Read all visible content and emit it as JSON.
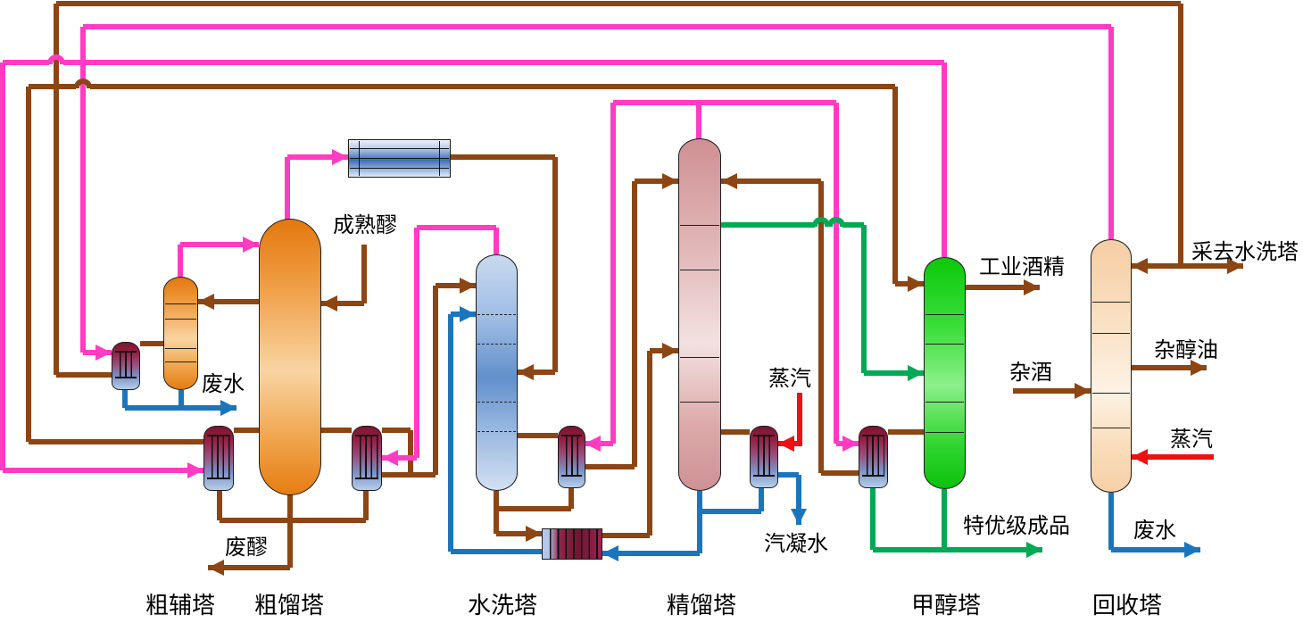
{
  "diagram": {
    "towers": [
      {
        "label": "粗辅塔"
      },
      {
        "label": "粗馏塔"
      },
      {
        "label": "水洗塔"
      },
      {
        "label": "精馏塔"
      },
      {
        "label": "甲醇塔"
      },
      {
        "label": "回收塔"
      }
    ],
    "streams": {
      "mature_mash": "成熟醪",
      "waste_water_left": "废水",
      "waste_mash": "废醪",
      "steam_rectifier": "蒸汽",
      "steam_condensate": "汽凝水",
      "industrial_alcohol": "工业酒精",
      "premium_product": "特优级成品",
      "mixed_alcohol_feed": "杂酒",
      "fusel_oil": "杂醇油",
      "to_wash_tower": "采去水洗塔",
      "steam_recovery": "蒸汽",
      "waste_water_right": "废水"
    },
    "colors": {
      "process_brown": "#8C4513",
      "vapor_magenta": "#FF3CC2",
      "product_green": "#00A953",
      "water_blue": "#1B75BC",
      "steam_red": "#EE1111",
      "background": "#FFFFFF"
    }
  }
}
